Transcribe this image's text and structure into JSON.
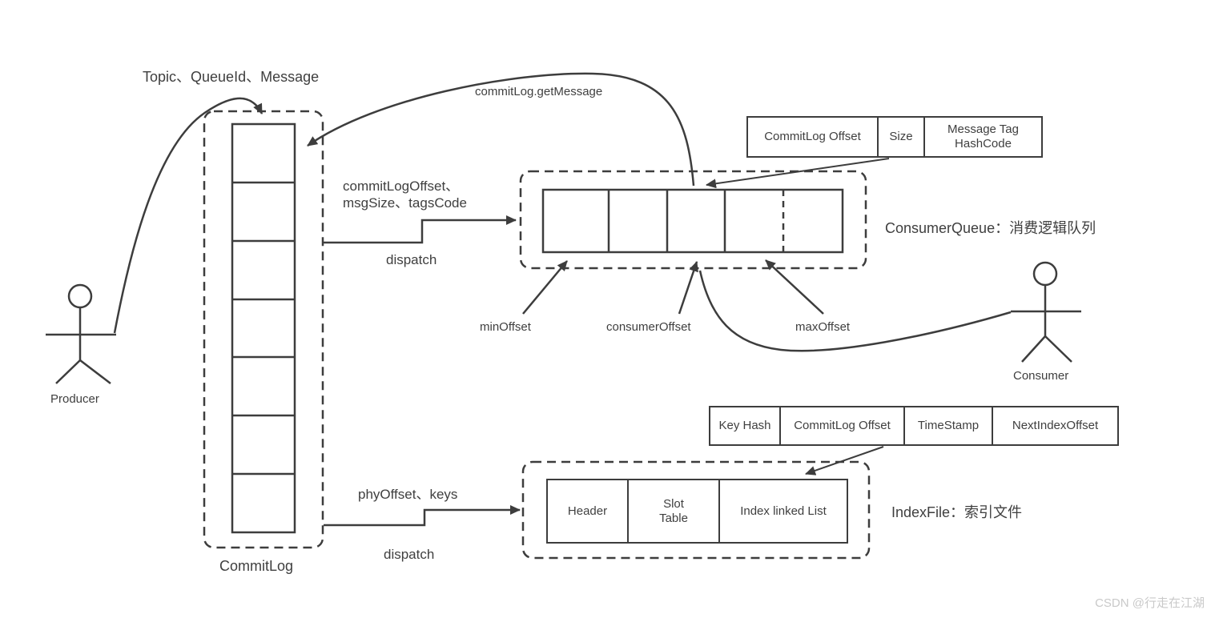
{
  "watermark": "CSDN @行走在江湖",
  "actors": {
    "producer": "Producer",
    "consumer": "Consumer"
  },
  "commit_log": {
    "label": "CommitLog",
    "send_label": "Topic、QueueId、Message",
    "get_message_label": "commitLog.getMessage",
    "cells": 7
  },
  "consumer_queue": {
    "title": "ConsumerQueue：消费逻辑队列",
    "dispatch_args_line1": "commitLogOffset、",
    "dispatch_args_line2": "msgSize、tagsCode",
    "dispatch_label": "dispatch",
    "unit_fields": [
      "CommitLog Offset",
      "Size",
      "Message Tag HashCode"
    ],
    "min_offset_label": "minOffset",
    "consumer_offset_label": "consumerOffset",
    "max_offset_label": "maxOffset"
  },
  "index_file": {
    "title": "IndexFile：索引文件",
    "dispatch_args": "phyOffset、keys",
    "dispatch_label": "dispatch",
    "unit_fields": [
      "Key Hash",
      "CommitLog Offset",
      "TimeStamp",
      "NextIndexOffset"
    ],
    "sections": [
      "Header",
      "Slot Table",
      "Index linked List"
    ]
  }
}
